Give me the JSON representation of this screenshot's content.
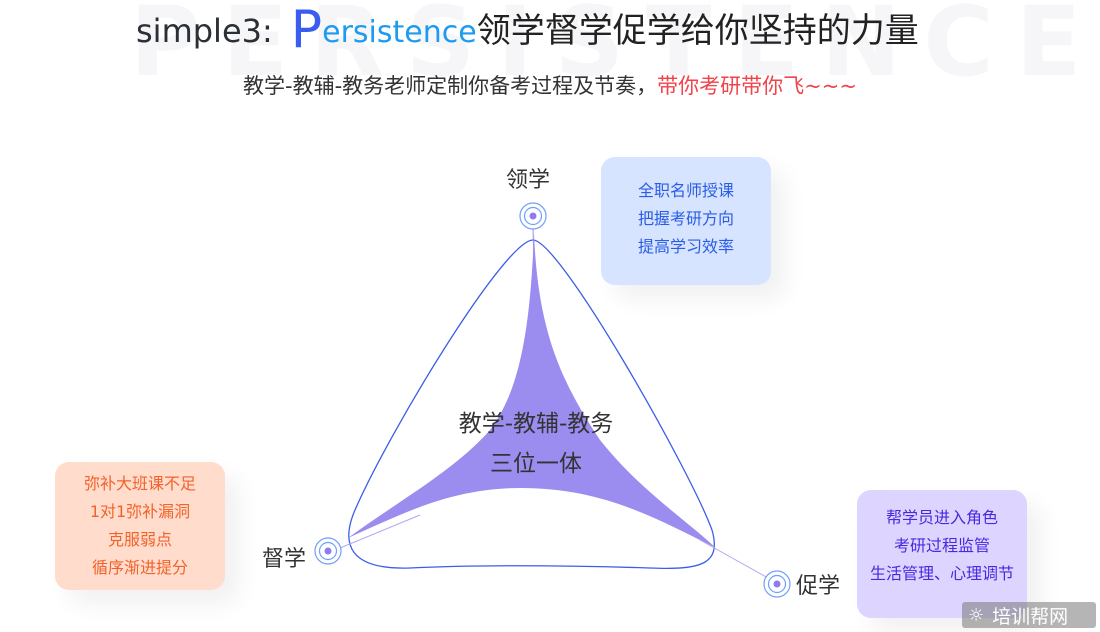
{
  "watermark": "PERSISTENCE",
  "title": {
    "prefix": "simple3:",
    "big_letter": "P",
    "rest": "ersistence",
    "chinese": "领学督学促学给你坚持的力量"
  },
  "subtitle": {
    "main": "教学-教辅-教务老师定制你备考过程及节奏，",
    "highlight": "带你考研带你飞~~~"
  },
  "nodes": {
    "top": "领学",
    "left": "督学",
    "right": "促学"
  },
  "center": {
    "line1": "教学-教辅-教务",
    "line2": "三位一体"
  },
  "boxes": {
    "lingxue": [
      "全职名师授课",
      "把握考研方向",
      "提高学习效率"
    ],
    "duxue": [
      "弥补大班课不足",
      "1对1弥补漏洞",
      "克服弱点",
      "循序渐进提分"
    ],
    "cuxue": [
      "帮学员进入角色",
      "考研过程监管",
      "生活管理、心理调节"
    ]
  },
  "logo": {
    "icon": "sun-face-icon",
    "text": "培训帮网"
  },
  "colors": {
    "title_P": "#3a5cf0",
    "title_rest": "#1e9bf0",
    "highlight_red": "#f0434a",
    "outline_blue": "#3b5ee8",
    "fill_purple": "#9b8cf0",
    "box_blue_bg": "#d6e4ff",
    "box_orange_bg": "#ffdccc",
    "box_purple_bg": "#ddd4ff"
  }
}
